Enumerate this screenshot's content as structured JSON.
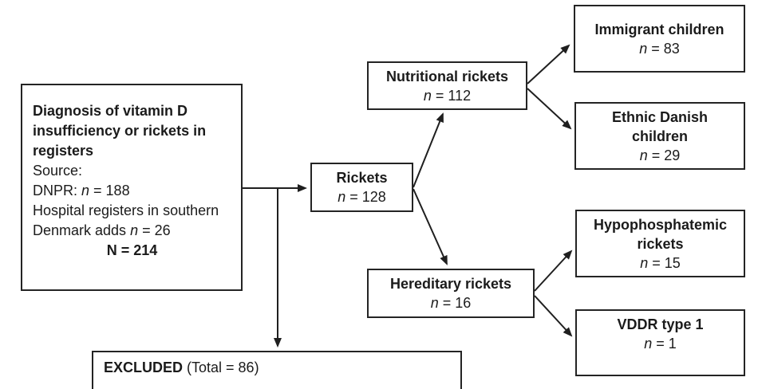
{
  "diagram": {
    "diagnosis": {
      "title_lines": [
        "Diagnosis of vitamin D",
        "insufficiency or rickets in",
        "registers"
      ],
      "source_label": "Source:",
      "dnpr_prefix": "DNPR: ",
      "dnpr_n": "n",
      "dnpr_rest": " = 188",
      "hospital_line1": "Hospital registers in southern",
      "hospital_line2_prefix": "Denmark adds ",
      "hospital_n": "n",
      "hospital_rest": " = 26",
      "total": "N = 214"
    },
    "rickets": {
      "title": "Rickets",
      "n": "n",
      "n_rest": " = 128"
    },
    "nutritional": {
      "title": "Nutritional rickets",
      "n": "n",
      "n_rest": " = 112"
    },
    "hereditary": {
      "title": "Hereditary rickets",
      "n": "n",
      "n_rest": " = 16"
    },
    "immigrant": {
      "title_lines": [
        "Immigrant children"
      ],
      "n": "n",
      "n_rest": " = 83"
    },
    "ethnic": {
      "title_lines": [
        "Ethnic Danish",
        "children"
      ],
      "n": "n",
      "n_rest": " = 29"
    },
    "hypo": {
      "title_lines": [
        "Hypophosphatemic",
        "rickets"
      ],
      "n": "n",
      "n_rest": " = 15"
    },
    "vddr": {
      "title_lines": [
        "VDDR type 1"
      ],
      "n": "n",
      "n_rest": " = 1"
    },
    "excluded": {
      "label_bold": "EXCLUDED",
      "label_rest": " (Total = 86)"
    },
    "colors": {
      "background": "#ffffff",
      "box_border": "#242424",
      "line": "#1f1f1f",
      "text": "#1b1b1b"
    }
  }
}
